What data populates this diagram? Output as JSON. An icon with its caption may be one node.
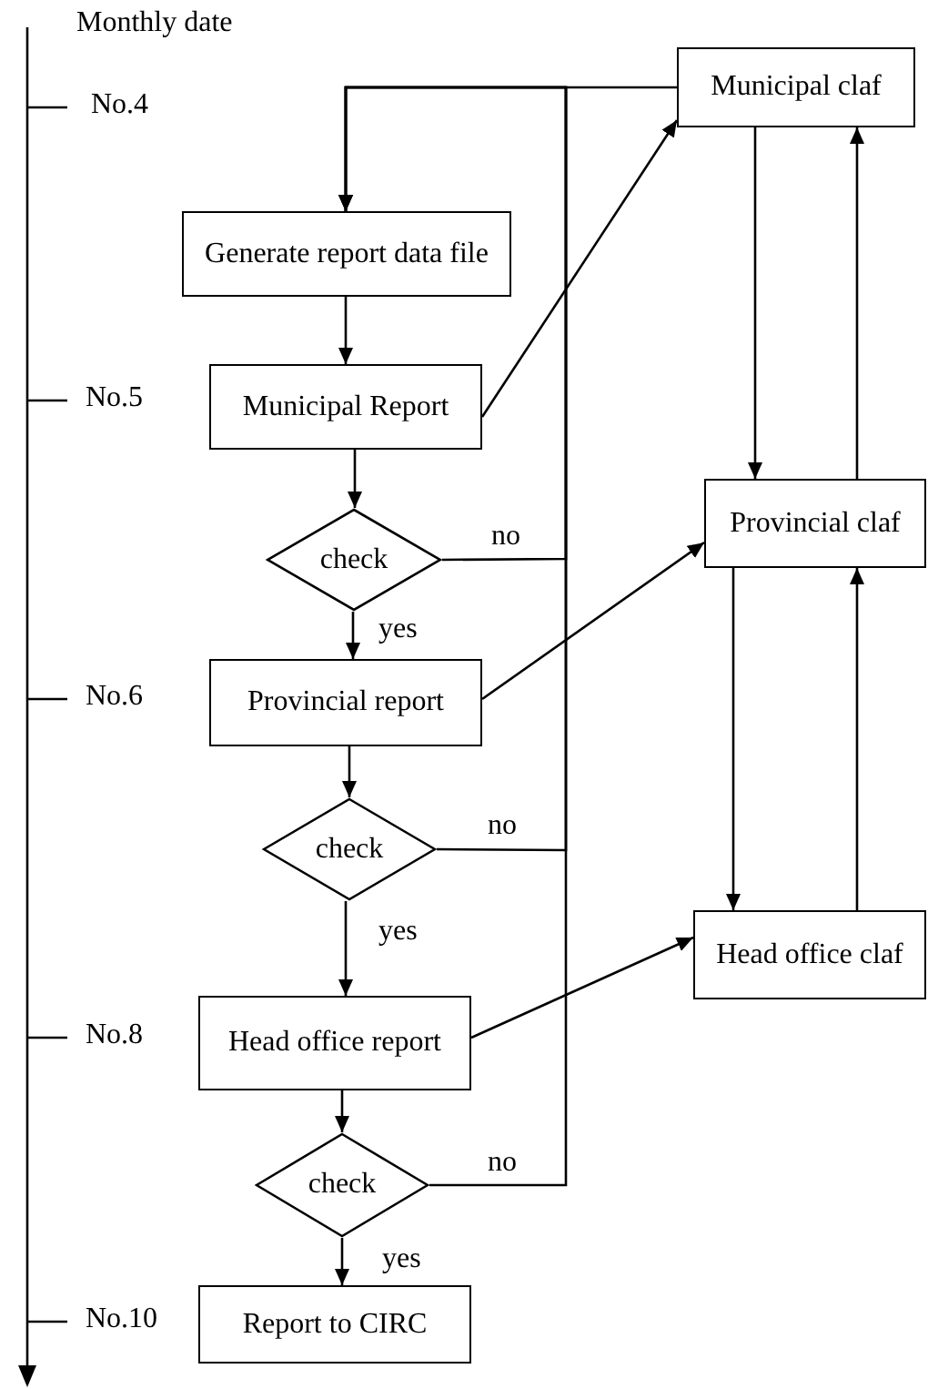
{
  "diagram": {
    "nodes": [
      {
        "text": [
          "Generate report data file"
        ]
      },
      {
        "text": [
          "Municipal Report"
        ]
      },
      {
        "text": [
          "check"
        ]
      },
      {
        "text": [
          "Provincial report"
        ]
      },
      {
        "text": [
          "check"
        ]
      },
      {
        "text": [
          "Head office report"
        ]
      },
      {
        "text": [
          "check"
        ]
      },
      {
        "text": [
          "Report to CIRC"
        ]
      },
      {
        "text": [
          "Municipal claf"
        ]
      },
      {
        "text": [
          "Provincial claf"
        ]
      },
      {
        "text": [
          "Head office claf"
        ]
      }
    ],
    "edges": [
      {
        "from": 0,
        "to": 1,
        "arrow": "to"
      },
      {
        "from": 1,
        "to": 2,
        "arrow": "to"
      },
      {
        "from": 2,
        "to": 3,
        "arrow": "to",
        "label": "yes"
      },
      {
        "from": 3,
        "to": 4,
        "arrow": "to"
      },
      {
        "from": 4,
        "to": 5,
        "arrow": "to",
        "label": "yes"
      },
      {
        "from": 5,
        "to": 6,
        "arrow": "to"
      },
      {
        "from": 6,
        "to": 7,
        "arrow": "to",
        "label": "yes"
      },
      {
        "from": 2,
        "to": 0,
        "arrow": "to",
        "label": "no"
      },
      {
        "from": 4,
        "to": 0,
        "arrow": "to",
        "label": "no"
      },
      {
        "from": 6,
        "to": 0,
        "arrow": "to",
        "label": "no"
      },
      {
        "from": 8,
        "to": 0,
        "arrow": "to"
      },
      {
        "from": 1,
        "to": 8,
        "arrow": "to"
      },
      {
        "from": 3,
        "to": 9,
        "arrow": "to"
      },
      {
        "from": 5,
        "to": 10,
        "arrow": "to"
      },
      {
        "from": 8,
        "to": 9,
        "arrow": "to"
      },
      {
        "from": 9,
        "to": 8,
        "arrow": "to"
      },
      {
        "from": 9,
        "to": 10,
        "arrow": "to"
      },
      {
        "from": 10,
        "to": 9,
        "arrow": "to"
      }
    ],
    "labels": [
      "Monthly date",
      "No.4",
      "No.5",
      "No.6",
      "No.8",
      "No.10"
    ]
  }
}
